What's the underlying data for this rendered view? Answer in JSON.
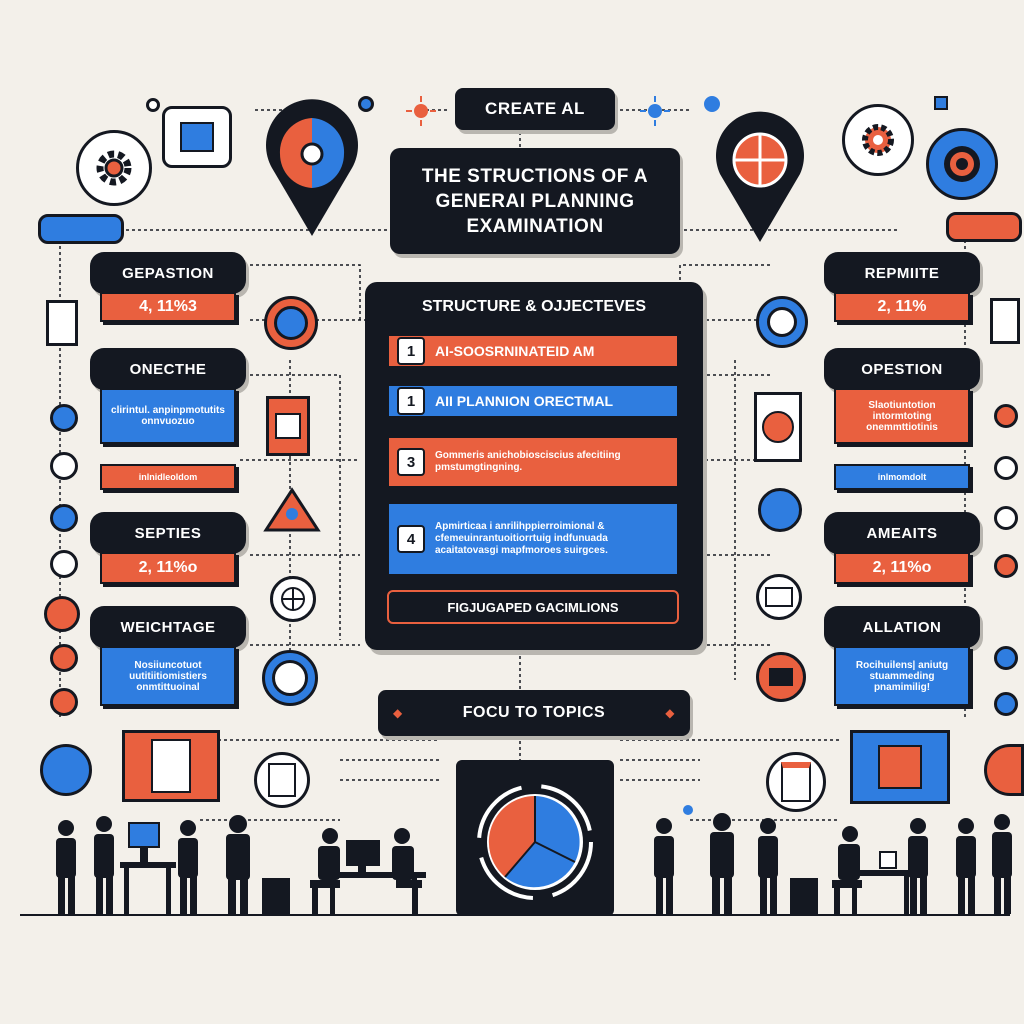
{
  "header": {
    "top_label": "CREATE  AL",
    "title_line1": "THE STRUCTIONS OF A",
    "title_line2": "GENERAI PLANNING",
    "title_line3": "EXAMINATION"
  },
  "center": {
    "heading": "STRUCTURE & OJJECTEVES",
    "items": [
      {
        "num": "1",
        "text": "AI-SOOSRNINATEID AM"
      },
      {
        "num": "1",
        "text": "AII PLANNION ORECTMAL"
      },
      {
        "num": "3",
        "text": "Gommeris anichobiosciscius afecitiing pmstumgtingning."
      },
      {
        "num": "4",
        "text": "Apmirticaa i anrilihppierroimional & cfemeuinrantuoitiorrtuig indfunuada acaitatovasgi mapfmoroes suirgces."
      }
    ],
    "footer_item": "FIGJUGAPED GACIMLIONS",
    "focus_label": "FOCU TO TOPICS"
  },
  "left": {
    "gepastion": {
      "label": "GEPASTION",
      "value": "4, 11%3"
    },
    "onecthe": {
      "label": "ONECTHE",
      "text": "clirintul. anpinpmotutits onnvuozuo",
      "bar": "inlnidleoldom"
    },
    "septies": {
      "label": "SEPTIES",
      "value": "2, 11%o"
    },
    "weightage": {
      "label": "WEICHTAGE",
      "text": "Nosiiuncotuot uutitiitiomistiers onmtittuoinal"
    }
  },
  "right": {
    "repmite": {
      "label": "REPMIITE",
      "value": "2, 11%"
    },
    "opestion": {
      "label": "OPESTION",
      "text": "Slaotiuntotion intormtoting onemmttiotinis",
      "bar": "inlmomdolt"
    },
    "ameaits": {
      "label": "AMEAITS",
      "value": "2, 11%o"
    },
    "allation": {
      "label": "ALLATION",
      "text": "Rocihuilens| aniutg stuammeding pnamimilig!"
    }
  },
  "colors": {
    "dark": "#141821",
    "orange": "#e9603f",
    "blue": "#2f7de0",
    "background": "#f3f0ea"
  },
  "icons": [
    "gear-icon",
    "document-icon",
    "brain-gear-icon",
    "location-pin-icon",
    "target-icon",
    "pie-chart-icon",
    "people-silhouettes-icon"
  ]
}
